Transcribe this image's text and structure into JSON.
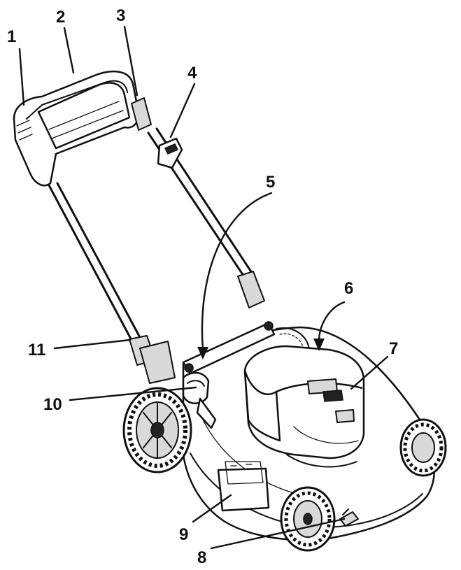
{
  "diagram": {
    "colors": {
      "ink": "#111111",
      "fill": "#ffffff",
      "shade": "#d9d9d9"
    },
    "callouts": [
      {
        "id": "c1",
        "label": "1"
      },
      {
        "id": "c2",
        "label": "2"
      },
      {
        "id": "c3",
        "label": "3"
      },
      {
        "id": "c4",
        "label": "4"
      },
      {
        "id": "c5",
        "label": "5"
      },
      {
        "id": "c6",
        "label": "6"
      },
      {
        "id": "c7",
        "label": "7"
      },
      {
        "id": "c8",
        "label": "8"
      },
      {
        "id": "c9",
        "label": "9"
      },
      {
        "id": "c10",
        "label": "10"
      },
      {
        "id": "c11",
        "label": "11"
      }
    ]
  }
}
